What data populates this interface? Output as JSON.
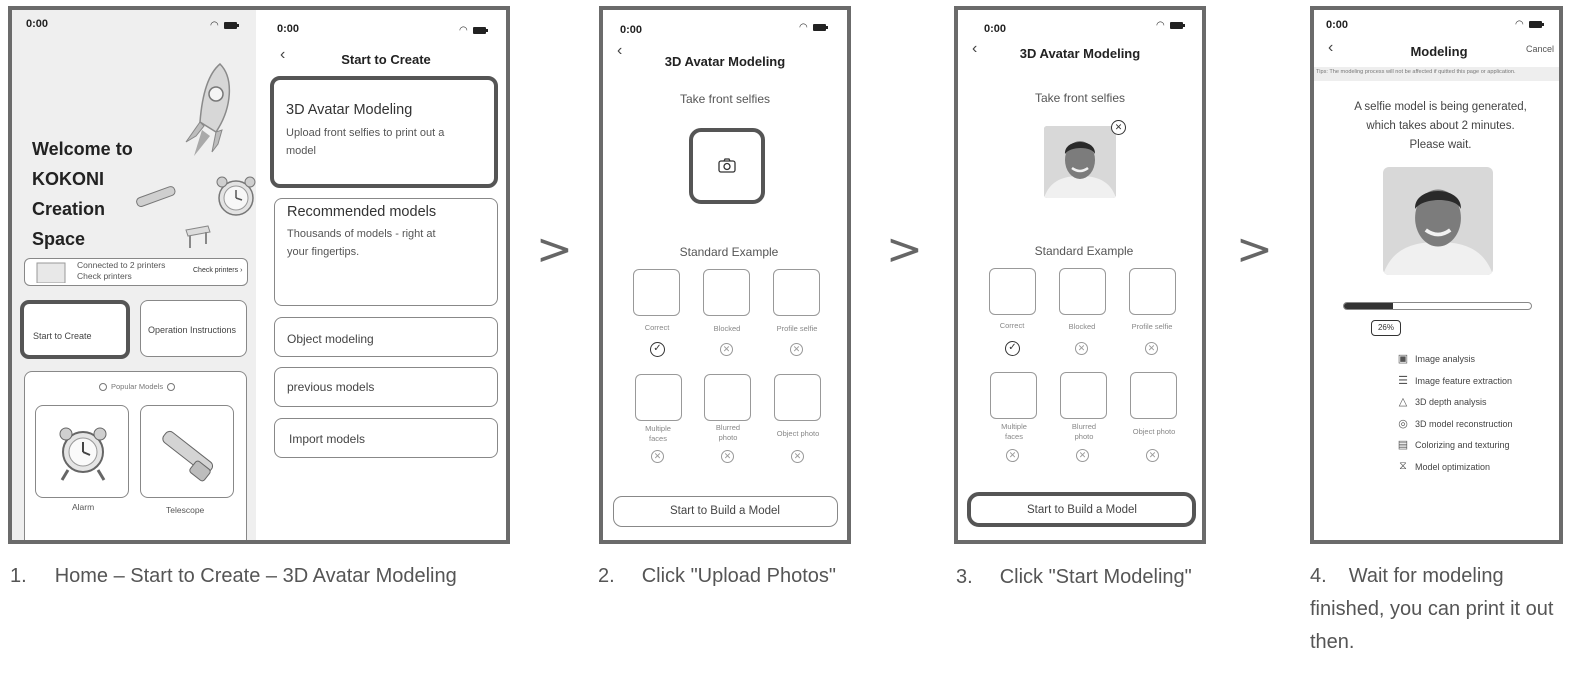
{
  "status": {
    "time": "0:00"
  },
  "panel1": {
    "welcome_lines": [
      "Welcome to",
      "KOKONI",
      "Creation",
      "Space"
    ],
    "printers_line1": "Connected to 2 printers",
    "printers_line2": "Check printers",
    "check_printers_link": "Check printers",
    "start_to_create": "Start to Create",
    "operation_instructions": "Operation Instructions",
    "popular_models": "Popular Models",
    "alarm_label": "Alarm",
    "telescope_label": "Telescope",
    "menu_title": "Start to Create",
    "avatar_title": "3D Avatar Modeling",
    "avatar_desc": "Upload front selfies to print out a model",
    "recommended_title": "Recommended models",
    "recommended_desc": "Thousands of models - right at your fingertips.",
    "object_modeling": "Object modeling",
    "previous_models": "previous models",
    "import_models": "Import models"
  },
  "panel2": {
    "title": "3D Avatar Modeling",
    "take_selfies": "Take front selfies",
    "standard_example": "Standard Example",
    "examples": [
      "Correct",
      "Blocked",
      "Profile selfie",
      "Multiple faces",
      "Blurred photo",
      "Object photo"
    ],
    "build_button": "Start to Build a Model"
  },
  "panel3": {
    "title": "3D Avatar Modeling",
    "take_selfies": "Take front selfies",
    "standard_example": "Standard Example",
    "examples": [
      "Correct",
      "Blocked",
      "Profile selfie",
      "Multiple faces",
      "Blurred photo",
      "Object photo"
    ],
    "build_button": "Start to Build a Model"
  },
  "panel4": {
    "title": "Modeling",
    "cancel": "Cancel",
    "tips": "Tips: The modeling process will not be affected if quitted this page or application.",
    "message_lines": [
      "A selfie model is being generated,",
      "which takes about 2 minutes.",
      "Please wait."
    ],
    "progress_label": "26%",
    "progress_value": 0.26,
    "steps": [
      {
        "icon": "image-analysis-icon",
        "label": "Image analysis"
      },
      {
        "icon": "feature-extraction-icon",
        "label": "Image feature extraction"
      },
      {
        "icon": "depth-analysis-icon",
        "label": "3D depth analysis"
      },
      {
        "icon": "reconstruction-icon",
        "label": "3D model reconstruction"
      },
      {
        "icon": "texturing-icon",
        "label": "Colorizing and texturing"
      },
      {
        "icon": "optimization-icon",
        "label": "Model optimization"
      }
    ]
  },
  "captions": {
    "c1_num": "1.",
    "c1_text": "Home – Start to Create – 3D Avatar Modeling",
    "c2_num": "2.",
    "c2_text": "Click \"Upload Photos\"",
    "c3_num": "3.",
    "c3_text": "Click \"Start Modeling\"",
    "c4_num": "4.",
    "c4_text": "Wait for modeling",
    "c4_line2": "finished, you can print it out",
    "c4_line3": "then."
  },
  "arrows": [
    ">",
    ">",
    ">"
  ]
}
